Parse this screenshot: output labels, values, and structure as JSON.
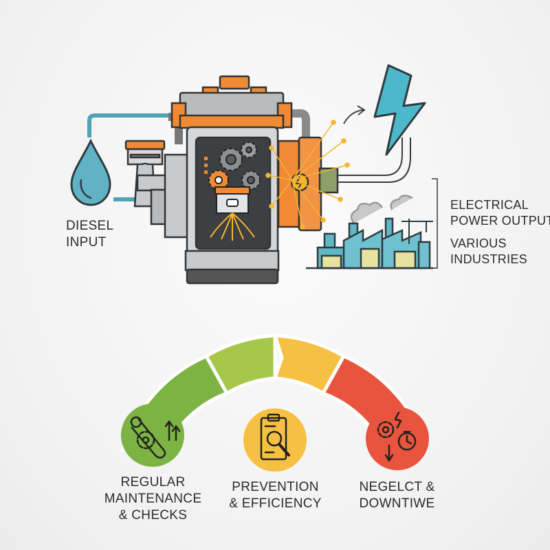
{
  "labels": {
    "diesel_line1": "DIESEL",
    "diesel_line2": "INPUT",
    "output_line1": "ELECTRICAL",
    "output_line2": "POWER OUTPUT",
    "industries_line1": "VARIOUS",
    "industries_line2": "INDUSTRIES"
  },
  "gauge": {
    "segments": [
      {
        "name": "regular-maintenance",
        "color": "#7cb342"
      },
      {
        "name": "prevention",
        "color": "#a5c84a"
      },
      {
        "name": "efficiency",
        "color": "#f6c043"
      },
      {
        "name": "neglect",
        "color": "#e8543d"
      }
    ],
    "items": [
      {
        "icon": "wrench-gear-icon",
        "color": "#7cb342",
        "line1": "REGULAR",
        "line2": "MAINTENANCE",
        "line3": "& CHECKS"
      },
      {
        "icon": "clipboard-magnifier-icon",
        "color": "#f6c043",
        "line1": "PREVENTION",
        "line2": "& EFFICIENCY"
      },
      {
        "icon": "gear-stopwatch-icon",
        "color": "#e8543d",
        "line1": "NEGELCT &",
        "line2": "DOWNTIWE"
      }
    ]
  },
  "colors": {
    "outline": "#3a3a3a",
    "engine_gray": "#cfd2d5",
    "engine_orange": "#f08a34",
    "fuel_teal": "#4fa3b5",
    "bolt_teal": "#4cb8c9",
    "factory_teal": "#5fb7c6",
    "spark_yellow": "#f4b62f"
  }
}
